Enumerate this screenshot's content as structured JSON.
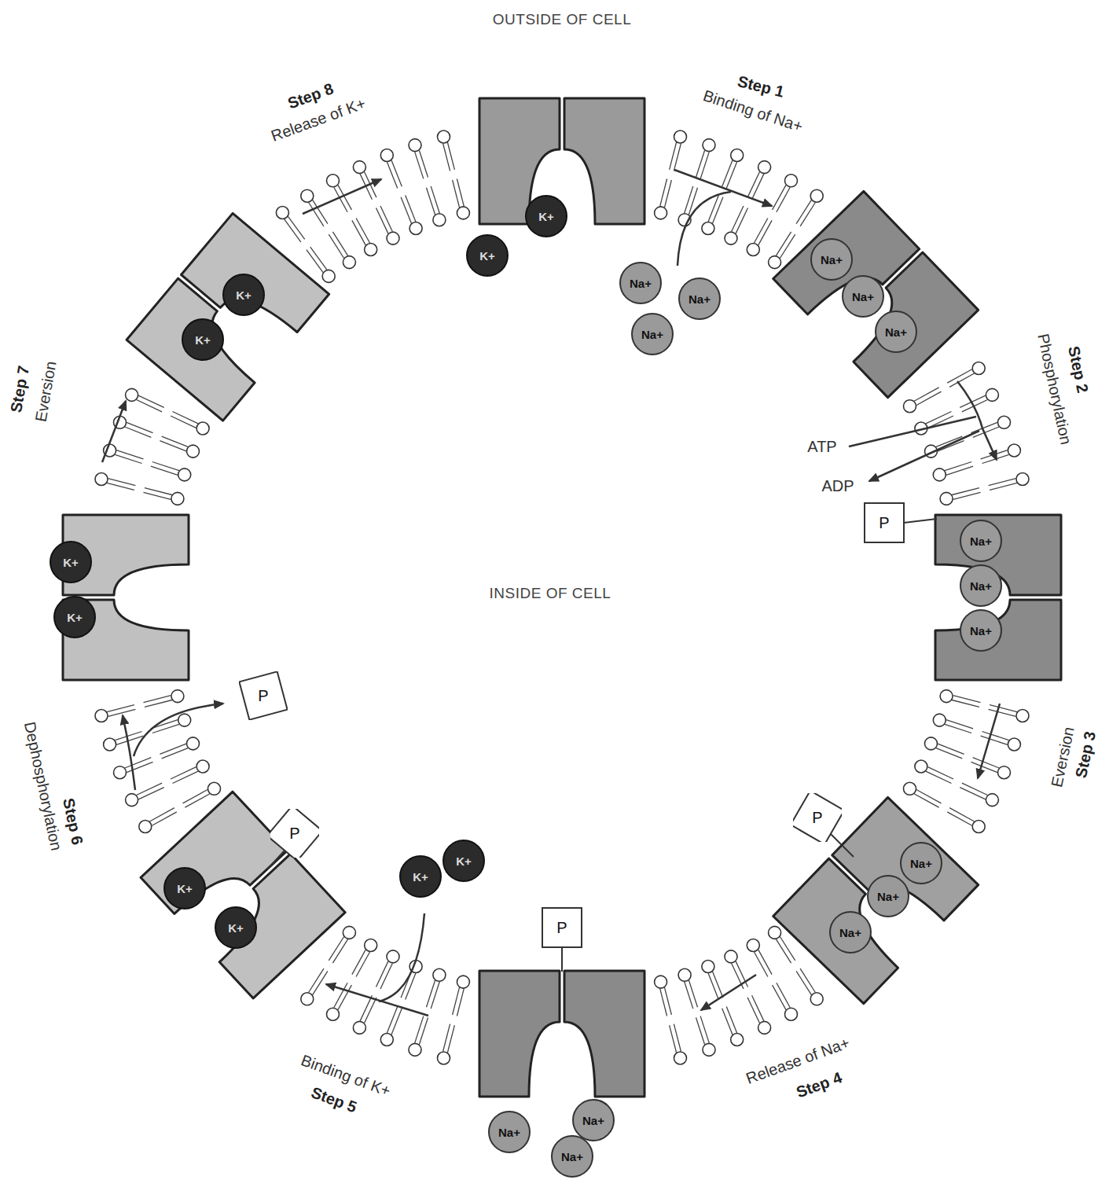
{
  "diagram": {
    "nodes": [
      {
        "text": [
          "Na+"
        ]
      },
      {
        "text": [
          "Na+"
        ]
      },
      {
        "text": [
          "Na+"
        ]
      },
      {
        "text": [
          "Na+"
        ]
      },
      {
        "text": [
          "Na+"
        ]
      },
      {
        "text": [
          "Na+"
        ]
      },
      {
        "text": [
          "P"
        ]
      },
      {
        "text": [
          "Na+"
        ]
      },
      {
        "text": [
          "Na+"
        ]
      },
      {
        "text": [
          "Na+"
        ]
      },
      {
        "text": [
          "P"
        ]
      },
      {
        "text": [
          "Na+"
        ]
      },
      {
        "text": [
          "Na+"
        ]
      },
      {
        "text": [
          "Na+"
        ]
      },
      {
        "text": [
          "P"
        ]
      },
      {
        "text": [
          "Na+"
        ]
      },
      {
        "text": [
          "Na+"
        ]
      },
      {
        "text": [
          "Na+"
        ]
      },
      {
        "text": [
          "K+"
        ]
      },
      {
        "text": [
          "K+"
        ]
      },
      {
        "text": [
          "P"
        ]
      },
      {
        "text": [
          "K+"
        ]
      },
      {
        "text": [
          "K+"
        ]
      },
      {
        "text": [
          "P"
        ]
      },
      {
        "text": [
          "K+"
        ]
      },
      {
        "text": [
          "K+"
        ]
      },
      {
        "text": [
          "K+"
        ]
      },
      {
        "text": [
          "K+"
        ]
      },
      {
        "text": [
          "K+"
        ]
      },
      {
        "text": [
          "K+"
        ]
      }
    ],
    "labels": [
      "OUTSIDE OF CELL",
      "Step 1",
      "Binding of Na+",
      "Step 2",
      "Phosphorylation",
      "ATP",
      "ADP",
      "Step 3",
      "Eversion",
      "Step 4",
      "Release of Na+",
      "Step 5",
      "Binding of K+",
      "Step 6",
      "Dephosphorylation",
      "Step 7",
      "Eversion",
      "Step 8",
      "Release of K+",
      "INSIDE OF CELL"
    ]
  }
}
